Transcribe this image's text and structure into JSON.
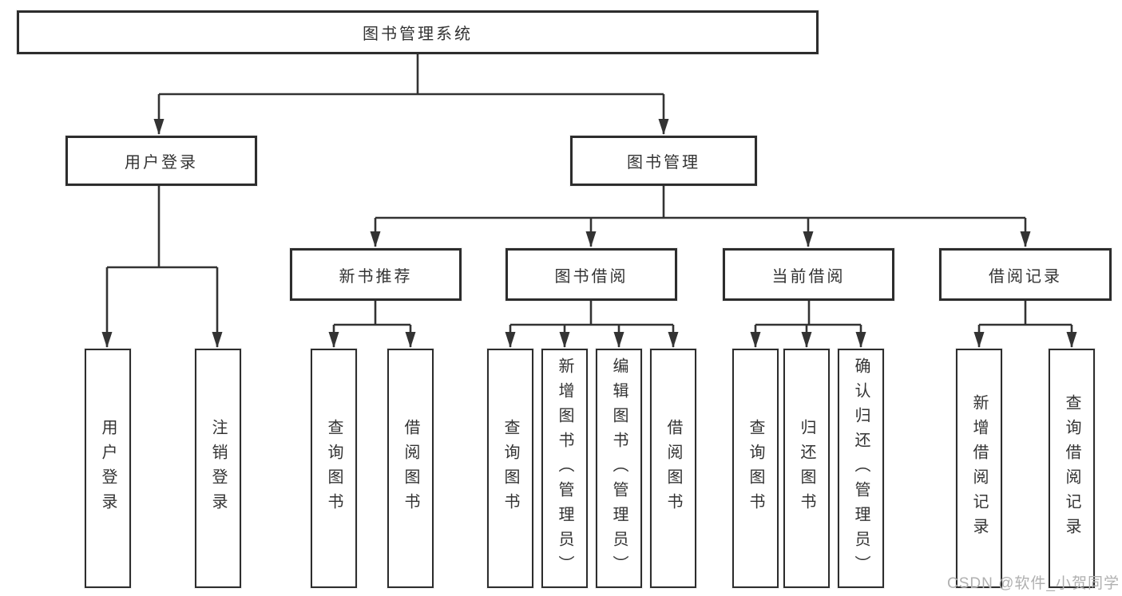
{
  "diagram_title": "图书管理系统",
  "nodes": {
    "root": {
      "label": "图书管理系统"
    },
    "level2": [
      {
        "label": "用户登录",
        "parent": "图书管理系统"
      },
      {
        "label": "图书管理",
        "parent": "图书管理系统"
      }
    ],
    "level3": [
      {
        "label": "新书推荐",
        "parent": "图书管理"
      },
      {
        "label": "图书借阅",
        "parent": "图书管理"
      },
      {
        "label": "当前借阅",
        "parent": "图书管理"
      },
      {
        "label": "借阅记录",
        "parent": "图书管理"
      }
    ],
    "leaves": [
      {
        "label": "用户登录",
        "parent": "用户登录"
      },
      {
        "label": "注销登录",
        "parent": "用户登录"
      },
      {
        "label": "查询图书",
        "parent": "新书推荐"
      },
      {
        "label": "借阅图书",
        "parent": "新书推荐"
      },
      {
        "label": "查询图书",
        "parent": "图书借阅"
      },
      {
        "label": "新增图书（管理员）",
        "parent": "图书借阅"
      },
      {
        "label": "编辑图书（管理员）",
        "parent": "图书借阅"
      },
      {
        "label": "借阅图书",
        "parent": "图书借阅"
      },
      {
        "label": "查询图书",
        "parent": "当前借阅"
      },
      {
        "label": "归还图书",
        "parent": "当前借阅"
      },
      {
        "label": "确认归还（管理员）",
        "parent": "当前借阅"
      },
      {
        "label": "新增借阅记录",
        "parent": "借阅记录"
      },
      {
        "label": "查询借阅记录",
        "parent": "借阅记录"
      }
    ]
  },
  "watermark": "CSDN @软件_小贺同学",
  "colors": {
    "line": "#333333",
    "border": "#2d2d2d",
    "text": "#333333",
    "watermark": "#b0b0b0",
    "background": "#ffffff"
  }
}
